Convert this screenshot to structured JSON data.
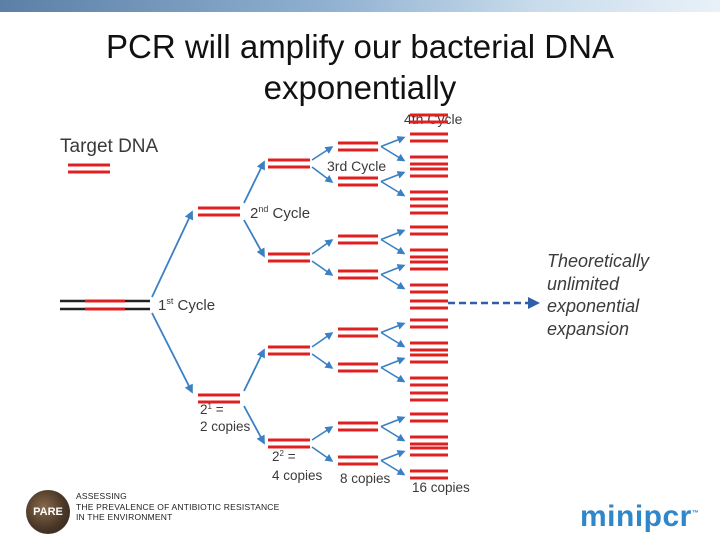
{
  "title": {
    "line1": "PCR will amplify our bacterial DNA",
    "line2": "exponentially"
  },
  "diagram": {
    "target_label": "Target DNA",
    "cycle1_label": "1",
    "cycle1_sup": "st",
    "cycle1_tail": " Cycle",
    "cycle2_label": "2",
    "cycle2_sup": "nd",
    "cycle2_tail": " Cycle",
    "cycle3_label": "3rd Cycle",
    "cycle4_label": "4th Cycle",
    "copies_2_pow": "2",
    "copies_2_exp": "1",
    "copies_2_eq": " =",
    "copies_2_text": "2 copies",
    "copies_4_pow": "2",
    "copies_4_exp": "2",
    "copies_4_eq": " =",
    "copies_4_text": "4 copies",
    "copies_8_text": "8 copies",
    "copies_16_text": "16 copies",
    "strand_color": "#e02020",
    "template_color": "#222222",
    "arrow_color": "#3b7fc4",
    "dash_color": "#2f5fa8"
  },
  "note": {
    "line1": "Theoretically",
    "line2": "unlimited",
    "line3": "exponential",
    "line4": "expansion"
  },
  "footer": {
    "pare_logo_text": "PARE",
    "pare_line1": "ASSESSING",
    "pare_line2": "THE PREVALENCE OF ANTIBIOTIC RESISTANCE",
    "pare_line3": "IN THE ENVIRONMENT",
    "minipcr_text": "minipcr",
    "minipcr_tm": "™"
  }
}
